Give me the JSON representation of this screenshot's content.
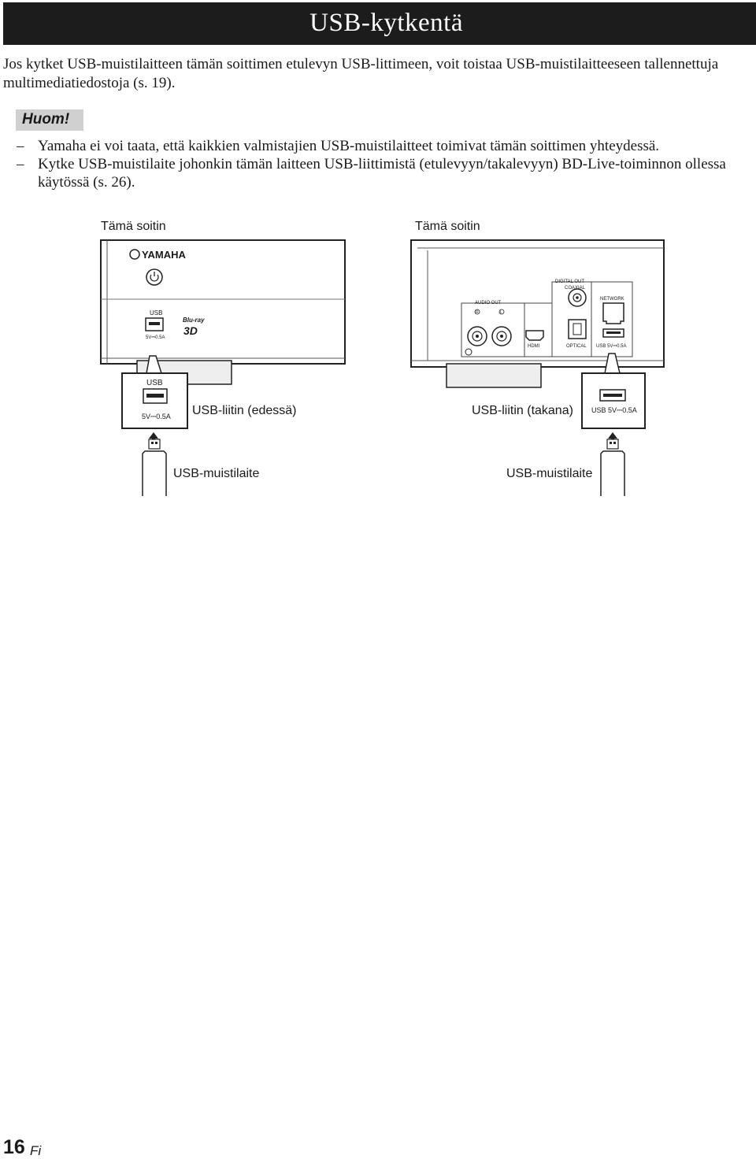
{
  "header": {
    "title": "USB-kytkentä"
  },
  "intro": "Jos kytket USB-muistilaitteen tämän soittimen etulevyn USB-littimeen, voit toistaa USB-muistilaitteeseen tallennettuja multimediatiedostoja (s. 19).",
  "note": {
    "badge": "Huom!",
    "items": [
      {
        "dash": "–",
        "text": "Yamaha ei voi taata, että kaikkien valmistajien USB-muistilaitteet toimivat tämän soittimen yhteydessä."
      },
      {
        "dash": "–",
        "text": "Kytke USB-muistilaite johonkin tämän laitteen USB-liittimistä (etulevyyn/takalevyyn) BD-Live-toiminnon ollessa käytössä (s. 26)."
      }
    ]
  },
  "diagram": {
    "front": {
      "heading": "Tämä soitin",
      "brand": "YAMAHA",
      "panel_usb_label": "USB",
      "panel_usb_rating": "5V⎓0.5A",
      "bluray_logo": "Blu-ray",
      "logo_3d": "3D",
      "zoom_usb_label": "USB",
      "zoom_usb_rating": "5V⎓0.5A",
      "connector_label": "USB-liitin (edessä)",
      "device_label": "USB-muistilaite"
    },
    "rear": {
      "heading": "Tämä soitin",
      "digital_out": "DIGITAL OUT",
      "coaxial": "COAXIAL",
      "network": "NETWORK",
      "audio_out": "AUDIO OUT",
      "audio_r": "R",
      "audio_l": "L",
      "hdmi": "HDMI",
      "optical": "OPTICAL",
      "usb_rating": "USB  5V⎓0.5A",
      "zoom_usb_label": "USB  5V⎓0.5A",
      "connector_label": "USB-liitin (takana)",
      "device_label": "USB-muistilaite"
    }
  },
  "footer": {
    "page_number": "16",
    "language": "Fi"
  }
}
